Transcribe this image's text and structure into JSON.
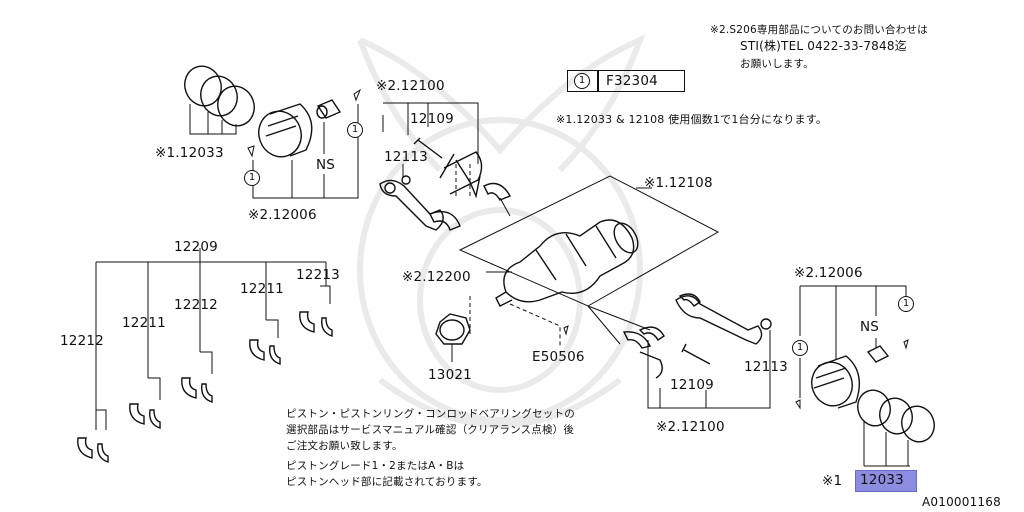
{
  "notes": {
    "sti_line1": "※2.S206専用部品についてのお問い合わせは",
    "sti_line2": "STI(株)TEL 0422-33-7848迄",
    "sti_line3": "お願いします。",
    "usage": "※1.12033 & 12108 使用個数1で1台分になります。",
    "piston_line1": "ピストン・ピストンリング・コンロッドベアリングセットの",
    "piston_line2": "選択部品はサービスマニュアル確認（クリアランス点検）後",
    "piston_line3": "ご注文お願い致します。",
    "grade_line1": "ピストングレード1・2またはA・Bは",
    "grade_line2": "ピストンヘッド部に記載されております。"
  },
  "ref_box": {
    "circle": "1",
    "code": "F32304"
  },
  "labels": {
    "p12033_top": "※1.12033",
    "p12006_top": "※2.12006",
    "ns_top": "NS",
    "c1_a": "1",
    "c1_b": "1",
    "p12100_top": "※2.12100",
    "p12109_top": "12109",
    "p12113_top": "12113",
    "p12108": "※1.12108",
    "p12200": "※2.12200",
    "p12209": "12209",
    "p12212_a": "12212",
    "p12211_a": "12211",
    "p12212_b": "12212",
    "p12211_b": "12211",
    "p12213": "12213",
    "p13021": "13021",
    "e50506": "E50506",
    "p12006_bot": "※2.12006",
    "ns_bot": "NS",
    "c1_c": "1",
    "c1_d": "1",
    "p12109_bot": "12109",
    "p12113_bot": "12113",
    "p12100_bot": "※2.12100",
    "p12033_bot_prefix": "※1",
    "p12033_bot": "12033",
    "figure_id": "A010001168"
  }
}
